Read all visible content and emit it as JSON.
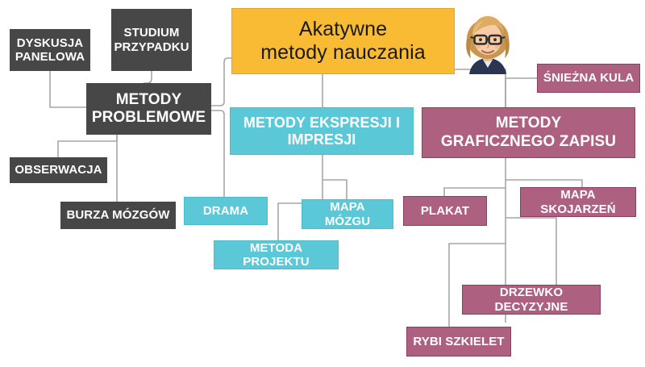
{
  "diagram": {
    "title": "Akatywne metody nauczania",
    "type": "hierarchy-mindmap",
    "colors": {
      "root": "#F8BB33",
      "gray_branch": "#474747",
      "cyan_branch": "#5BC8D8",
      "maroon_branch": "#AE6081",
      "connector": "#A6A6A6",
      "background": "#FFFFFF",
      "node_text": "#FFFFFF",
      "root_text": "#1A1A1A"
    },
    "avatar": {
      "name": "teacher-avatar",
      "description": "cartoon avatar of woman with wavy blonde hair and dark glasses",
      "hair": "#D9A86A",
      "skin": "#F2C9A6",
      "glasses": "#3A3A3A",
      "shirt": "#2B3452"
    }
  },
  "nodes": {
    "root": {
      "label": "Akatywne\nmetody nauczania",
      "line1": "Akatywne",
      "line2": "metody nauczania"
    },
    "gray": {
      "parent": {
        "line1": "METODY",
        "line2": "PROBLEMOWE"
      },
      "children": [
        {
          "label": "DYSKUSJA\nPANELOWA",
          "line1": "DYSKUSJA",
          "line2": "PANELOWA"
        },
        {
          "label": "STUDIUM\nPRZYPADKU",
          "line1": "STUDIUM",
          "line2": "PRZYPADKU"
        },
        {
          "label": "OBSERWACJA"
        },
        {
          "label": "BURZA MÓZGÓW"
        }
      ]
    },
    "cyan": {
      "parent": {
        "line1": "METODY EKSPRESJI I",
        "line2": "IMPRESJI"
      },
      "children": [
        {
          "label": "DRAMA"
        },
        {
          "label": "MAPA MÓZGU"
        },
        {
          "label": "METODA PROJEKTU"
        }
      ]
    },
    "maroon": {
      "parent": {
        "line1": "METODY",
        "line2": "GRAFICZNEGO ZAPISU"
      },
      "children": [
        {
          "label": "ŚNIEŻNA KULA"
        },
        {
          "label": "PLAKAT"
        },
        {
          "label": "MAPA SKOJARZEŃ"
        },
        {
          "label": "DRZEWKO DECYZYJNE"
        },
        {
          "label": "RYBI SZKIELET"
        }
      ]
    }
  }
}
